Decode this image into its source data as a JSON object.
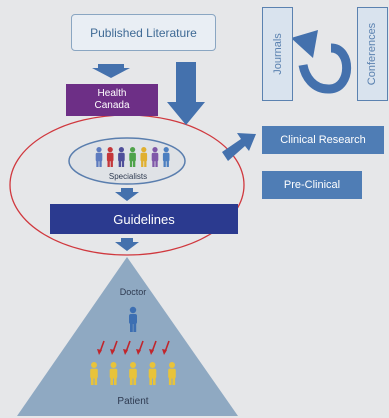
{
  "diagram": {
    "published_literature": "Published Literature",
    "health_canada": [
      "Health",
      "Canada"
    ],
    "journals": "Journals",
    "conferences": "Conferences",
    "clinical_research": "Clinical Research",
    "pre_clinical": "Pre-Clinical",
    "specialists": "Specialists",
    "guidelines": "Guidelines",
    "doctor": "Doctor",
    "patient": "Patient"
  },
  "colors": {
    "background": "#e6e7e9",
    "purple": "#6d2f86",
    "navy": "#2b3a8f",
    "blue": "#4f7db5",
    "arrow_blue": "#4471ad",
    "pyramid": "#8fa9c2",
    "oval_red": "#d0383e",
    "patient_yellow": "#e8c33a",
    "red_arrows": "#c0262c"
  },
  "specialist_colors": [
    "#5d7bbf",
    "#c4363a",
    "#4f4f9a",
    "#4fa34a",
    "#e0b030",
    "#7f58a8",
    "#4c7fc0"
  ]
}
